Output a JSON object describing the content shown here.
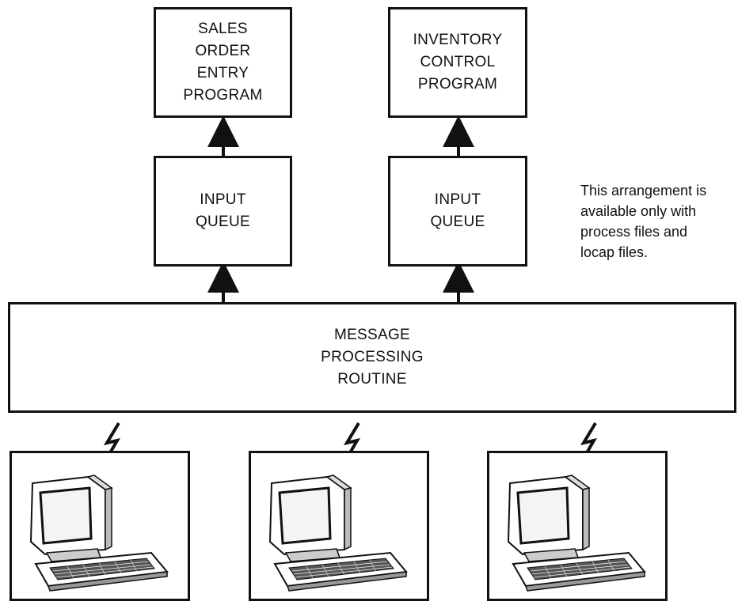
{
  "programs": {
    "sales": [
      "SALES",
      "ORDER",
      "ENTRY",
      "PROGRAM"
    ],
    "inventory": [
      "INVENTORY",
      "CONTROL",
      "PROGRAM"
    ]
  },
  "queues": {
    "left": [
      "INPUT",
      "QUEUE"
    ],
    "right": [
      "INPUT",
      "QUEUE"
    ]
  },
  "routine": [
    "MESSAGE",
    "PROCESSING",
    "ROUTINE"
  ],
  "note": [
    "This arrangement is",
    "available only with",
    "process files and",
    "locap files."
  ],
  "terminals": [
    {
      "icon": "computer-terminal-icon"
    },
    {
      "icon": "computer-terminal-icon"
    },
    {
      "icon": "computer-terminal-icon"
    }
  ]
}
